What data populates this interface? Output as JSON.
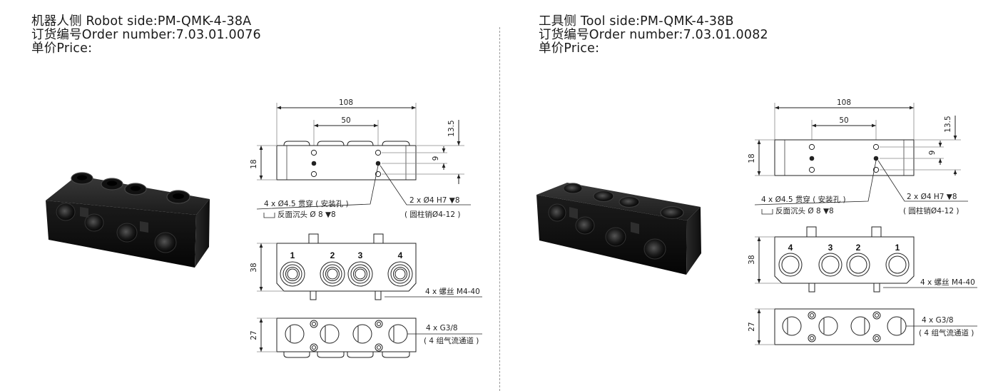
{
  "robot": {
    "title": "机器人侧 Robot side:PM-QMK-4-38A",
    "order": "订货编号Order number:7.03.01.0076",
    "price": "单价Price:",
    "dim_width": "108",
    "dim_spacing": "50",
    "dim_offset_top": "13.5",
    "dim_offset_mid": "9",
    "dim_height_top": "18",
    "dim_height_front": "38",
    "dim_height_bottom": "27",
    "note_holes_a": "4 x Ø4.5 贯穿 ( 安装孔 )",
    "note_holes_b": "反面沉头 Ø 8 ▼8",
    "note_pin_a": "2 x Ø4 H7 ▼8",
    "note_pin_b": "( 圆柱销Ø4-12 )",
    "note_screw": "4 x 螺丝 M4-40",
    "note_port_a": "4 x G3/8",
    "note_port_b": "( 4 组气流通道 )",
    "ports": [
      "1",
      "2",
      "3",
      "4"
    ]
  },
  "tool": {
    "title": "工具侧 Tool side:PM-QMK-4-38B",
    "order": "订货编号Order number:7.03.01.0082",
    "price": "单价Price:",
    "dim_width": "108",
    "dim_spacing": "50",
    "dim_offset_top": "13.5",
    "dim_offset_mid": "9",
    "dim_height_top": "18",
    "dim_height_front": "38",
    "dim_height_bottom": "27",
    "note_holes_a": "4 x Ø4.5 贯穿 ( 安装孔 )",
    "note_holes_b": "反面沉头 Ø 8 ▼8",
    "note_pin_a": "2 x Ø4 H7 ▼8",
    "note_pin_b": "( 圆柱销Ø4-12 )",
    "note_screw": "4 x 螺丝 M4-40",
    "note_port_a": "4 x G3/8",
    "note_port_b": "( 4 组气流通道 )",
    "ports": [
      "4",
      "3",
      "2",
      "1"
    ]
  }
}
